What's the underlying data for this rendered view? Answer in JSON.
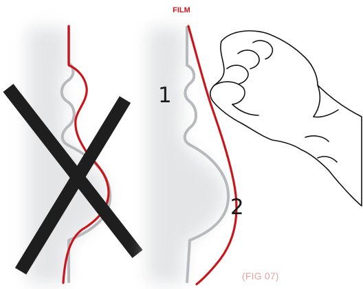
{
  "title": "FILM",
  "marker_1": "1",
  "marker_2": "2",
  "caption": "(FIG 07)",
  "colors": {
    "accent_red": "#c8161d",
    "profile_gray": "#b7b9bc",
    "shadow_gray": "#e4e5e7",
    "cross_black": "#1e1e1e",
    "hand_ink": "#111111",
    "caption_red": "#e4a3a3"
  },
  "icons": {
    "wrong_mark": "x-cross-icon",
    "hand": "gloved-fist-icon"
  }
}
